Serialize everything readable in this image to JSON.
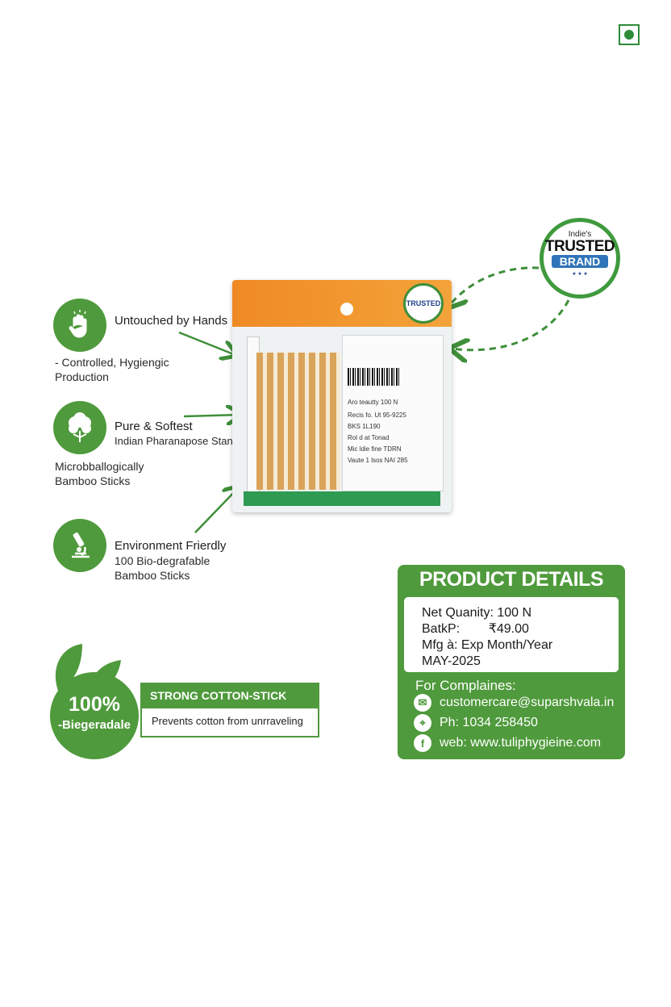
{
  "features": {
    "untouched": {
      "title": "Untouched by Hands",
      "sub1": "- Controlled, Hygiengic",
      "sub2": "Production"
    },
    "softest": {
      "title": "Pure & Softest",
      "standard": "Indian Pharanapose Standards",
      "sub1": "Microbballogically",
      "sub2": "Bamboo Sticks"
    },
    "environment": {
      "title": "Environment Frierdly",
      "sub1": "100 Bio-degrafable",
      "sub2": "Bamboo Sticks"
    }
  },
  "trusted_badge": {
    "line1": "Indie's",
    "line2": "TRUSTED",
    "line3": "BRAND"
  },
  "package": {
    "badge": "TRUSTED",
    "rows": [
      "Aro teautty     100 N",
      "Recis fo.     Ut 95-9225",
      "BKS            1L190",
      "Rol d at Tonad",
      "Mic ldie fine   TDRN",
      "Vaute 1 lsos   NAI 285"
    ]
  },
  "product_details": {
    "title": "PRODUCT DETAILS",
    "net_quantity": "Net Quanity: 100 N",
    "batch": "BatkP:        ₹49.00",
    "mfg": "Mfg à: Exp Month/Year",
    "date": "MAY-2025",
    "complaints": "For Complaines:",
    "email": "customercare@suparshvala.in",
    "phone": "Ph: 1034 258450",
    "web": "web: www.tuliphygieine.com"
  },
  "bio": {
    "percent": "100%",
    "label": "-Biegeradale"
  },
  "bond": {
    "title": "STRONG COTTON-STICK BOND",
    "desc": "Prevents cotton from unrraveling"
  },
  "colors": {
    "green": "#4f9a3c",
    "orange": "#f08a24",
    "blue": "#2f74b8"
  }
}
